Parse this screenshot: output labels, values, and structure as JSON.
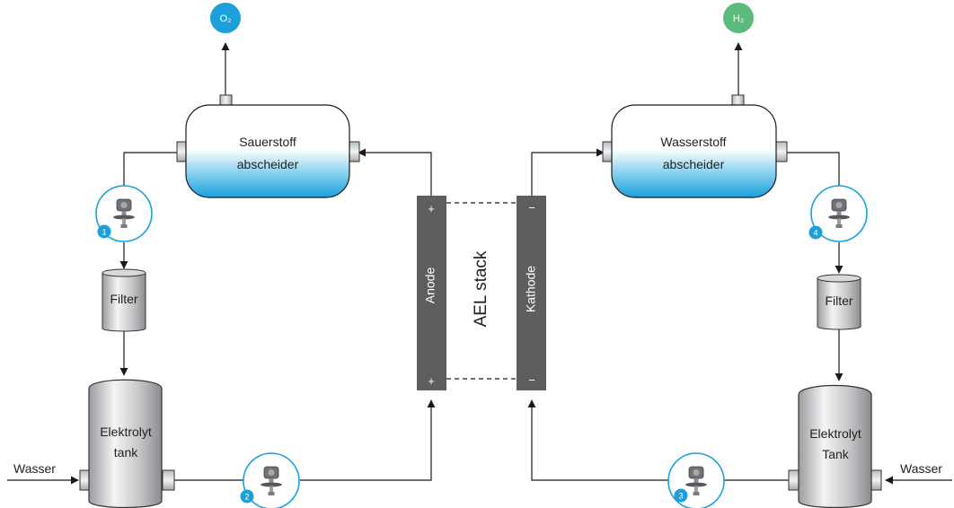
{
  "gases": {
    "oxygen": "O₂",
    "hydrogen": "H₂"
  },
  "separators": {
    "oxygen": {
      "line1": "Sauerstoff",
      "line2": "abscheider"
    },
    "hydrogen": {
      "line1": "Wasserstoff",
      "line2": "abscheider"
    }
  },
  "filter_label": "Filter",
  "tanks": {
    "left": {
      "line1": "Elektrolyt",
      "line2": "tank"
    },
    "right": {
      "line1": "Elektrolyt",
      "line2": "Tank"
    }
  },
  "water_label": "Wasser",
  "stack": {
    "title": "AEL stack",
    "anode": "Anode",
    "cathode": "Kathode",
    "plus": "+",
    "minus": "−"
  },
  "instruments": [
    "1",
    "2",
    "3",
    "4"
  ],
  "colors": {
    "oxygen": "#1ba0dc",
    "hydrogen": "#5cbb7c",
    "liquid": "#1ba0dc",
    "electrode": "#5d5e60",
    "instrument_ring": "#1ba0dc"
  },
  "icons": [
    "flow-meter-icon"
  ]
}
